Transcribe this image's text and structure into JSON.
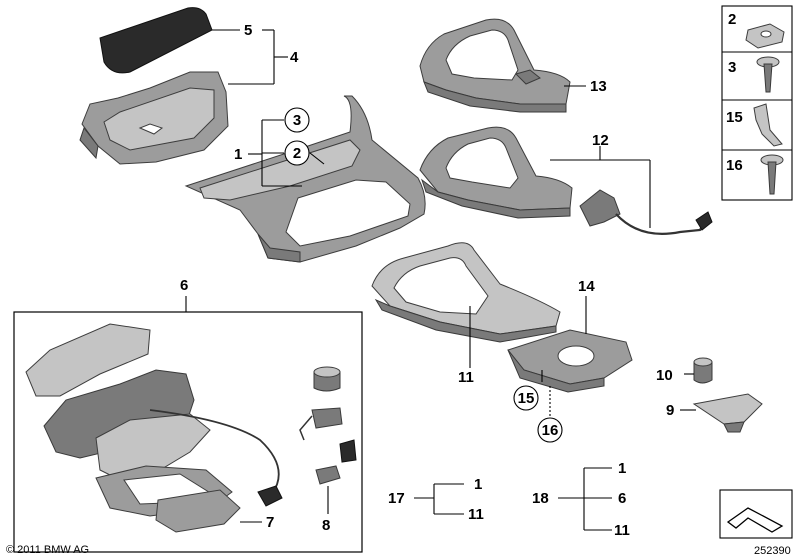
{
  "callouts": {
    "c1": "1",
    "c2": "2",
    "c3": "3",
    "c4": "4",
    "c5": "5",
    "c6": "6",
    "c7": "7",
    "c8": "8",
    "c9": "9",
    "c10": "10",
    "c11a": "11",
    "c12": "12",
    "c13": "13",
    "c14": "14",
    "c15": "15",
    "c16": "16",
    "k17": "17",
    "k17_1": "1",
    "k17_11": "11",
    "k18": "18",
    "k18_1": "1",
    "k18_6": "6",
    "k18_11": "11"
  },
  "side_panel": {
    "p2": "2",
    "p3": "3",
    "p15": "15",
    "p16": "16"
  },
  "footer": {
    "copyright": "© 2011 BMW AG",
    "diagram_number": "252390"
  },
  "colors": {
    "part_fill": "#9c9c9c",
    "outline": "#3d3d3d",
    "line": "#000000"
  }
}
